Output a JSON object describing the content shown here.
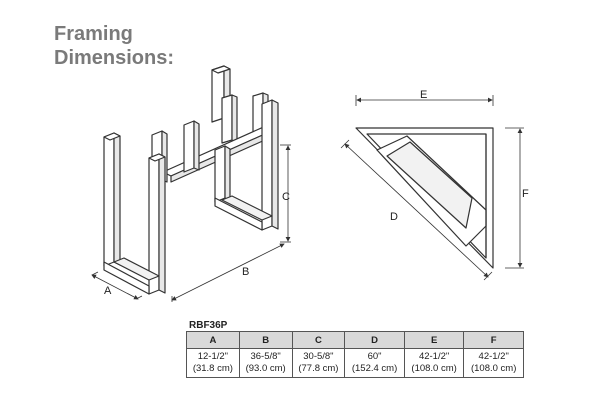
{
  "title": {
    "line1": "Framing",
    "line2": "Dimensions:"
  },
  "labels": {
    "A": "A",
    "B": "B",
    "C": "C",
    "D": "D",
    "E": "E",
    "F": "F"
  },
  "table": {
    "model": "RBF36P",
    "headers": [
      "A",
      "B",
      "C",
      "D",
      "E",
      "F"
    ],
    "rows": [
      {
        "imperial": [
          "12-1/2\"",
          "36-5/8\"",
          "30-5/8\"",
          "60\"",
          "42-1/2\"",
          "42-1/2\""
        ],
        "metric": [
          "(31.8 cm)",
          "(93.0 cm)",
          "(77.8 cm)",
          "(152.4 cm)",
          "(108.0 cm)",
          "(108.0 cm)"
        ]
      }
    ]
  }
}
